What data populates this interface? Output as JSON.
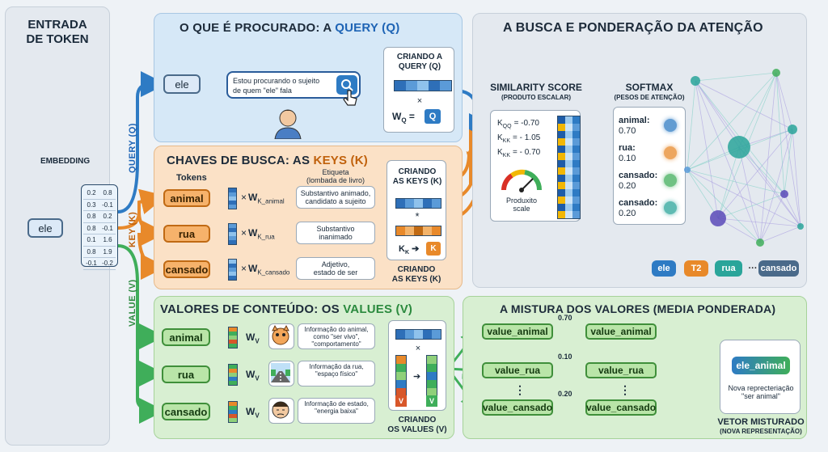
{
  "input": {
    "title_l1": "ENTRADA",
    "title_l2": "DE TOKEN",
    "embedding_label": "EMBEDDING",
    "token": "ele",
    "embedding_values": [
      [
        "0.2",
        "0.8"
      ],
      [
        "0.3",
        "-0.1"
      ],
      [
        "0.8",
        "0.2"
      ],
      [
        "0.8",
        "-0.1"
      ],
      [
        "0.1",
        "1.6"
      ],
      [
        "0.8",
        "1.9"
      ],
      [
        "-0.1",
        "-0.2"
      ]
    ]
  },
  "branches": {
    "query": "QUERY (Q)",
    "key": "KEY (K)",
    "value": "VALUE (V)"
  },
  "query_panel": {
    "title_prefix": "O QUE É PROCURADO: A ",
    "title_highlight": "QUERY (Q)",
    "token": "ele",
    "search_text": "Estou procurando o sujeito de quem \"ele\" fala",
    "create_l1": "CRIANDO A",
    "create_l2": "QUERY (Q)",
    "times": "×",
    "wq": "W",
    "wq_sub": "Q",
    "eq": "=",
    "q": "Q"
  },
  "key_panel": {
    "title_prefix": "CHAVES DE BUSCA: AS ",
    "title_highlight": "KEYS (K)",
    "tokens_label": "Tokens",
    "etiqueta_l1": "Etiqueta",
    "etiqueta_l2": "(lombada de livro)",
    "rows": [
      {
        "token": "animal",
        "w": "W",
        "wsub": "K_animal",
        "desc_l1": "Substantivo animado,",
        "desc_l2": "candidato a sujeito"
      },
      {
        "token": "rua",
        "w": "W",
        "wsub": "K_rua",
        "desc_l1": "Substantivo",
        "desc_l2": "inanimado"
      },
      {
        "token": "cansado",
        "w": "W",
        "wsub": "K_cansado",
        "desc_l1": "Adjetivo,",
        "desc_l2": "estado de ser"
      }
    ],
    "times": "×",
    "create_top_l1": "CRIANDO",
    "create_top_l2": "AS KEYS (K)",
    "create_bot_l1": "CRIANDO",
    "create_bot_l2": "AS KEYS (K)",
    "star": "*",
    "kk": "K",
    "kk_sub": "K",
    "k": "K"
  },
  "attention_panel": {
    "title": "A BUSCA E PONDERAÇÃO DA ATENÇÃO",
    "sim_title": "SIMILARITY SCORE",
    "sim_sub": "(PRODUTO ESCALAR)",
    "scores": [
      {
        "k": "K",
        "sub": "QQ",
        "val": "= -0.70"
      },
      {
        "k": "K",
        "sub": "KK",
        "val": "= - 1.05"
      },
      {
        "k": "K",
        "sub": "KK",
        "val": "= - 0.70"
      }
    ],
    "gauge_l1": "Produxito",
    "gauge_l2": "scale",
    "softmax_title": "SOFTMAX",
    "softmax_sub": "(PESOS DE ATENÇÃO)",
    "weights": [
      {
        "label": "animal:",
        "value": "0.70"
      },
      {
        "label": "rua:",
        "value": "0.10"
      },
      {
        "label": "cansado:",
        "value": "0.20"
      },
      {
        "label": "cansado:",
        "value": "0.20"
      }
    ],
    "chips": [
      "ele",
      "T2",
      "rua",
      "···",
      "cansado"
    ]
  },
  "value_panel": {
    "title_prefix": "VALORES DE CONTEÚDO: OS ",
    "title_highlight": "VALUES (V)",
    "rows": [
      {
        "token": "animal",
        "w": "W",
        "wsub": "V",
        "desc_l1": "Informação do animal,",
        "desc_l2": "como \"ser vivo\",",
        "desc_l3": "\"comportamento\""
      },
      {
        "token": "rua",
        "w": "W",
        "wsub": "V",
        "desc_l1": "Informação da rua,",
        "desc_l2": "\"espaço físico\"",
        "desc_l3": ""
      },
      {
        "token": "cansado",
        "w": "W",
        "wsub": "V",
        "desc_l1": "Informação de estado,",
        "desc_l2": "\"energia baixa\"",
        "desc_l3": ""
      }
    ],
    "times": "×",
    "v": "V",
    "create_l1": "CRIANDO",
    "create_l2": "OS VALUES (V)"
  },
  "mix_panel": {
    "title": "A MISTURA DOS VALORES (MEDIA PONDERADA)",
    "left": [
      "value_animal",
      "value_rua",
      "⋮",
      "value_cansado"
    ],
    "weights": [
      "0.70",
      "0.10",
      "0.20"
    ],
    "right": [
      "value_animal",
      "value_rua",
      "⋮",
      "value_cansado"
    ],
    "result_chip": "ele_animal",
    "result_l1": "Nova reprecteriação",
    "result_l2": "\"ser animal\"",
    "out_l1": "VETOR MISTURADO",
    "out_l2": "(NOVA REPRESENTAÇÃO)"
  },
  "colors": {
    "query_panel": "#d6e8f7",
    "key_panel": "#fbe1c6",
    "value_panel": "#d8efd2",
    "attention_panel": "#e4e9ef",
    "blue": "#2e7bc4",
    "orange": "#e8892a",
    "green": "#3fae5a"
  }
}
